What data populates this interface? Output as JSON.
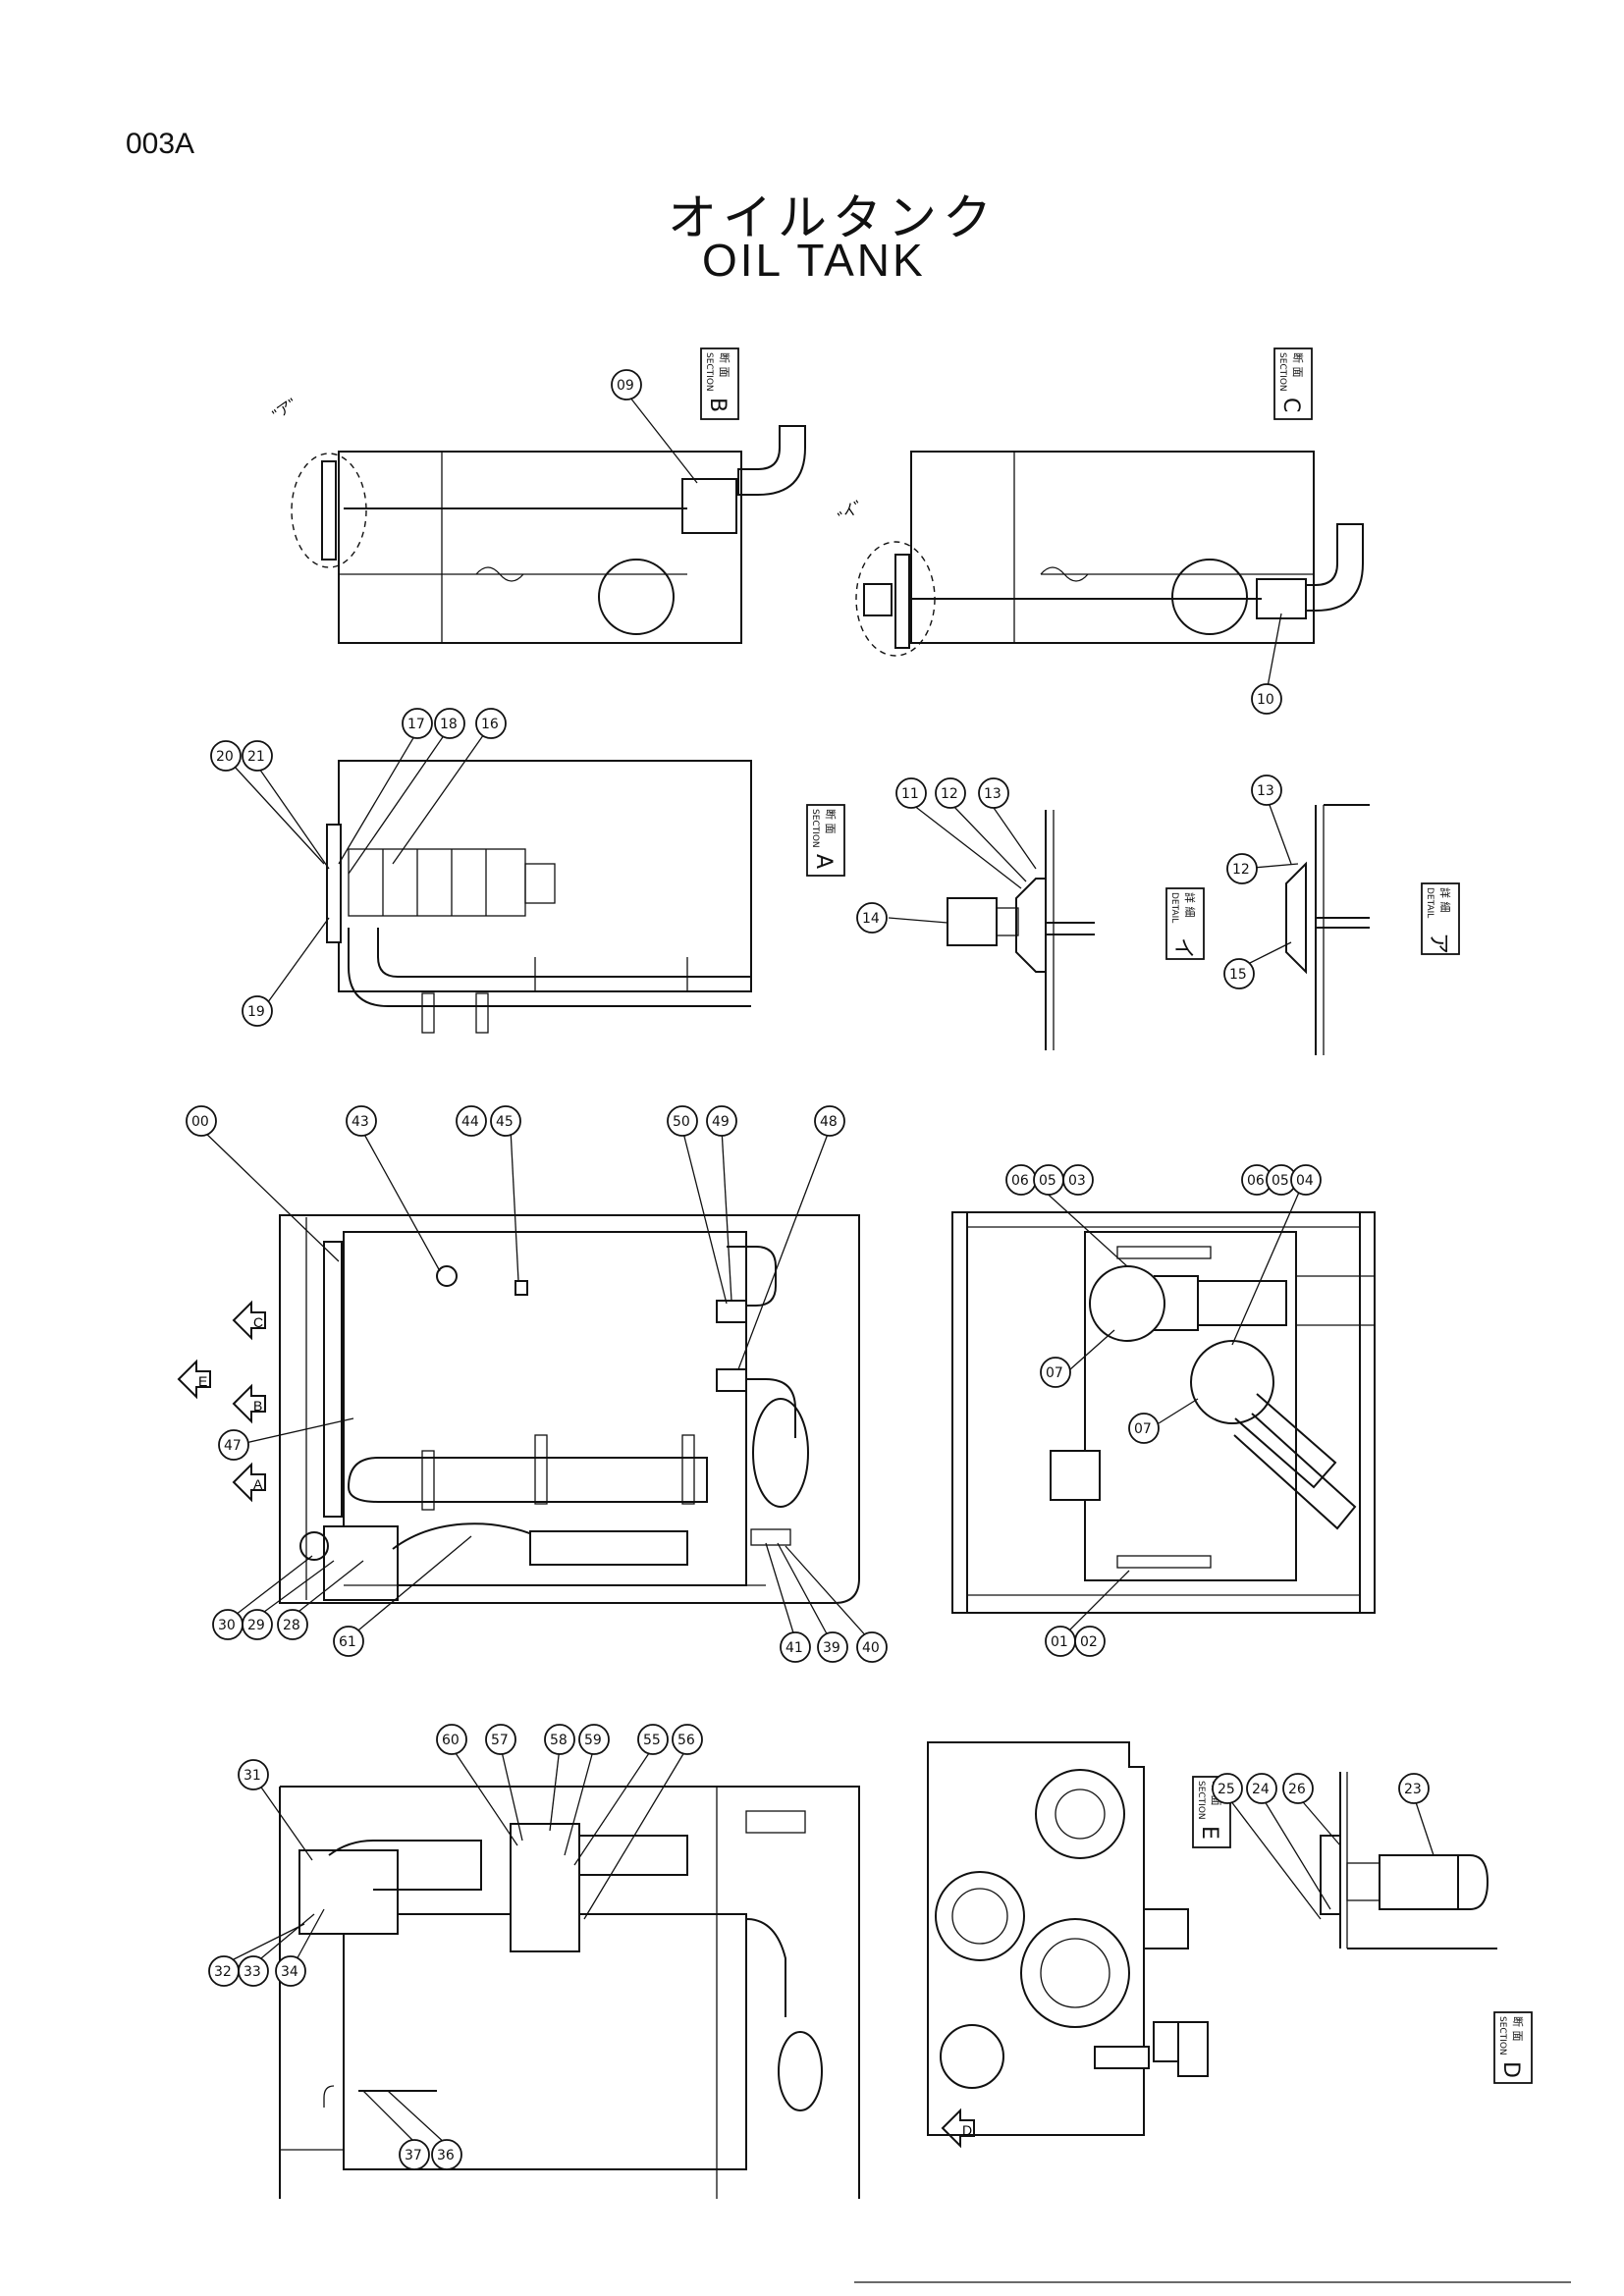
{
  "header": {
    "page_code": "003A",
    "title_jp": "オイルタンク",
    "title_en": "OIL  TANK"
  },
  "views": {
    "section_b": {
      "kanji": "断 面",
      "tag": "SECTION",
      "letter": "B"
    },
    "section_c": {
      "kanji": "断 面",
      "tag": "SECTION",
      "letter": "C"
    },
    "section_a": {
      "kanji": "断 面",
      "tag": "SECTION",
      "letter": "A"
    },
    "section_e": {
      "kanji": "断 面",
      "tag": "SECTION",
      "letter": "E"
    },
    "section_d": {
      "kanji": "断 面",
      "tag": "SECTION",
      "letter": "D"
    },
    "detail_i": {
      "kanji": "詳 細",
      "tag": "DETAIL",
      "letter": "イ"
    },
    "detail_ro": {
      "kanji": "詳 細",
      "tag": "DETAIL",
      "letter": "ア"
    }
  },
  "view_marks": {
    "arrow_c": "C",
    "arrow_b": "B",
    "arrow_a": "A",
    "arrow_e": "E",
    "arrow_d": "D",
    "ref_a_left": "\"ア\"",
    "ref_i_right": "\"イ\""
  },
  "callouts": {
    "c09": "09",
    "c10": "10",
    "c20": "20",
    "c21": "21",
    "c17": "17",
    "c18": "18",
    "c16": "16",
    "c19": "19",
    "c11": "11",
    "c12a": "12",
    "c13a": "13",
    "c14": "14",
    "c13b": "13",
    "c12b": "12",
    "c15": "15",
    "c00": "00",
    "c43": "43",
    "c44": "44",
    "c45": "45",
    "c50": "50",
    "c49": "49",
    "c48": "48",
    "c47": "47",
    "c30": "30",
    "c29": "29",
    "c28": "28",
    "c61": "61",
    "c41": "41",
    "c39": "39",
    "c40": "40",
    "c06a": "06",
    "c05a": "05",
    "c03": "03",
    "c06b": "06",
    "c05b": "05",
    "c04": "04",
    "c07a": "07",
    "c07b": "07",
    "c01": "01",
    "c02": "02",
    "c31": "31",
    "c60": "60",
    "c57": "57",
    "c58": "58",
    "c59": "59",
    "c55": "55",
    "c56": "56",
    "c32": "32",
    "c33": "33",
    "c34": "34",
    "c37": "37",
    "c36": "36",
    "c25": "25",
    "c24": "24",
    "c26": "26",
    "c23": "23"
  }
}
